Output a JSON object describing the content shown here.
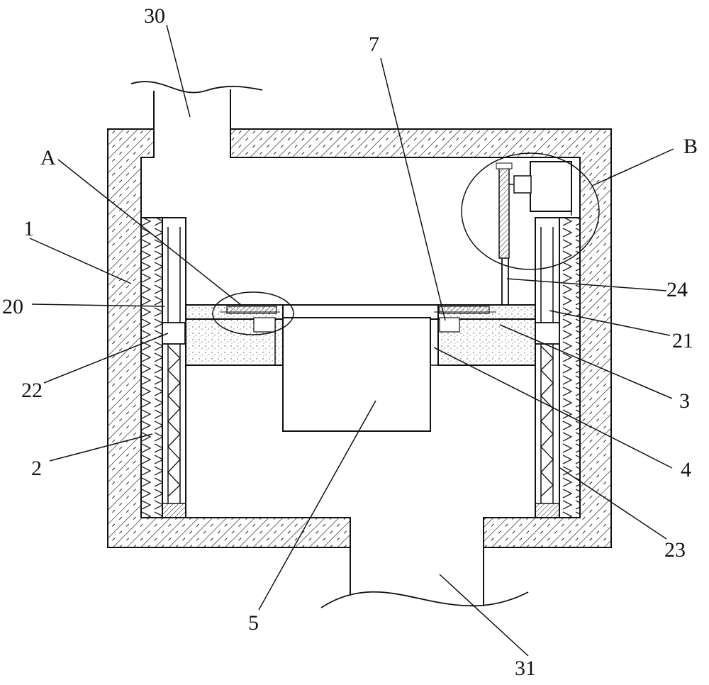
{
  "diagram": {
    "labels": {
      "l30": "30",
      "l7": "7",
      "lA": "A",
      "lB": "B",
      "l1": "1",
      "l20": "20",
      "l22": "22",
      "l2": "2",
      "l24": "24",
      "l21": "21",
      "l3": "3",
      "l4": "4",
      "l23": "23",
      "l5": "5",
      "l31": "31"
    }
  }
}
